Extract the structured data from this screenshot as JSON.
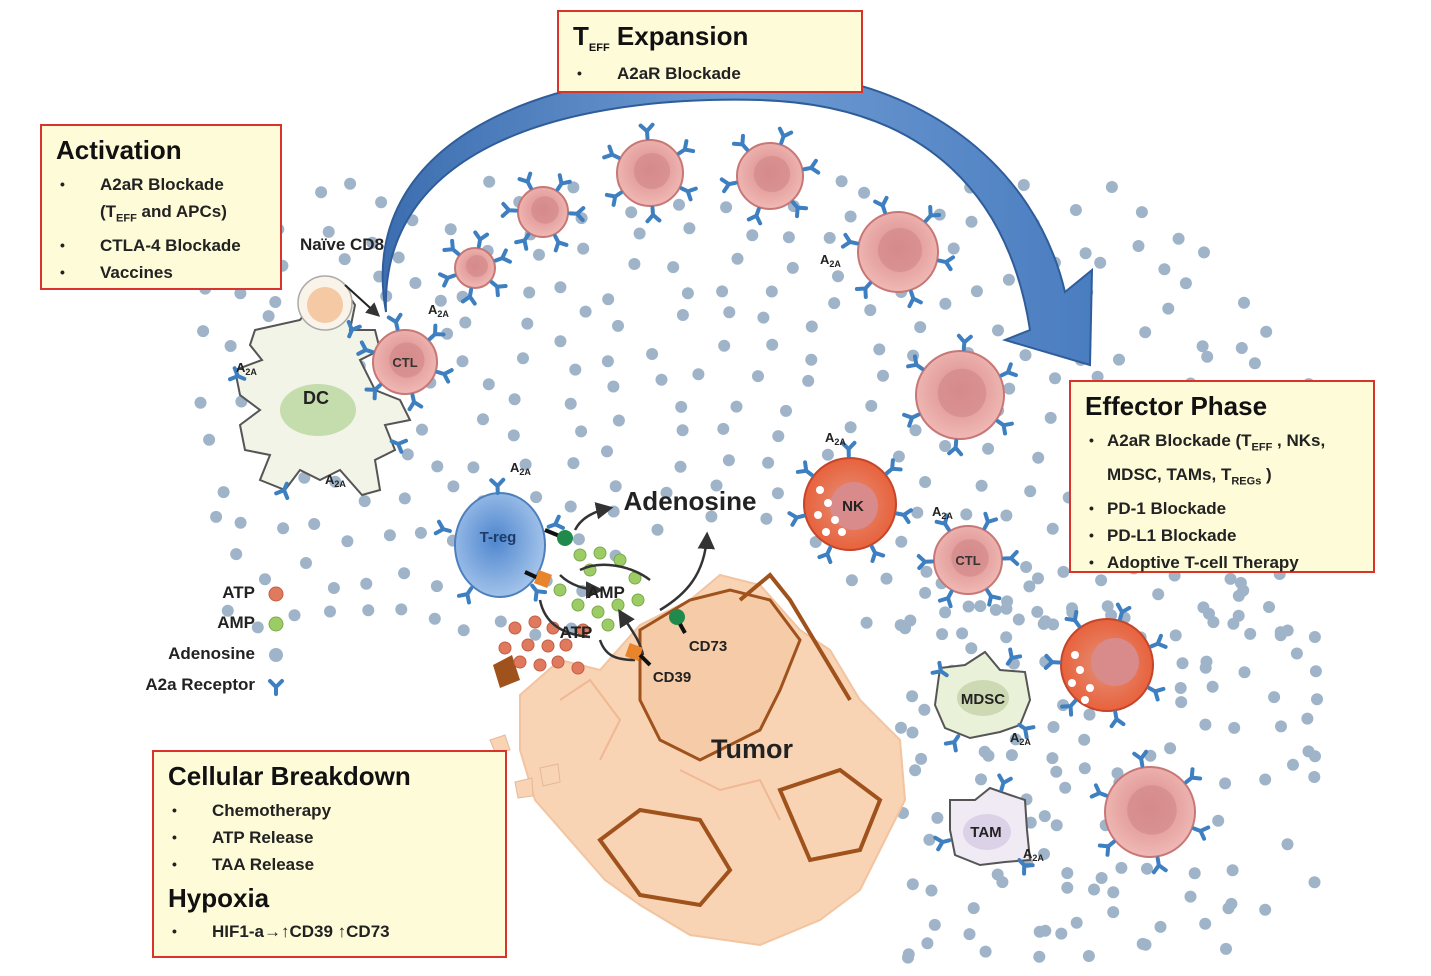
{
  "boxes": {
    "expansion": {
      "title_main": "T",
      "title_sub": "EFF",
      "title_rest": " Expansion",
      "items": [
        "A2aR Blockade"
      ]
    },
    "activation": {
      "title": "Activation",
      "item1": "A2aR Blockade",
      "item1b_open": "(T",
      "item1b_sub": "EFF",
      "item1b_rest": " and APCs)",
      "item2": "CTLA-4 Blockade",
      "item3": "Vaccines"
    },
    "effector": {
      "title": "Effector Phase",
      "item1_a": "A2aR Blockade (T",
      "item1_sub1": "EFF",
      "item1_b": " , NKs,",
      "item1_c": "MDSC, TAMs, T",
      "item1_sub2": "REGs",
      "item1_d": " )",
      "item2": "PD-1 Blockade",
      "item3": "PD-L1 Blockade",
      "item4": "Adoptive T-cell Therapy"
    },
    "breakdown": {
      "title": "Cellular Breakdown",
      "items": [
        "Chemotherapy",
        "ATP Release",
        "TAA Release"
      ],
      "title2": "Hypoxia",
      "hypoxia_item": "HIF1-a→↑CD39 ↑CD73"
    }
  },
  "legend": {
    "atp": "ATP",
    "amp": "AMP",
    "adenosine": "Adenosine",
    "receptor": "A2a Receptor"
  },
  "labels": {
    "naive_cd8": "Naïve CD8",
    "dc": "DC",
    "ctl": "CTL",
    "treg": "T-reg",
    "nk": "NK",
    "mdsc": "MDSC",
    "tam": "TAM",
    "tumor": "Tumor",
    "adenosine": "Adenosine",
    "amp": "AMP",
    "atp": "ATP",
    "cd73": "CD73",
    "cd39": "CD39",
    "a2a": "A",
    "a2a_sub": "2A"
  },
  "colors": {
    "box_border": "#d9342b",
    "box_fill": "#fefbd8",
    "arrow_blue": "#4f81bd",
    "adenosine_dot": "#9fb4c8",
    "atp_dot": "#e07a5f",
    "amp_dot": "#9ccc65",
    "receptor": "#3d7fc0",
    "tumor": "#f8d4b4",
    "tumor_edge": "#a0521d",
    "ctl_fill": "#e9a9a6",
    "nk_fill": "#e8623d",
    "treg_fill": "#6b9fd8",
    "dc_fill": "#eef2e2"
  }
}
